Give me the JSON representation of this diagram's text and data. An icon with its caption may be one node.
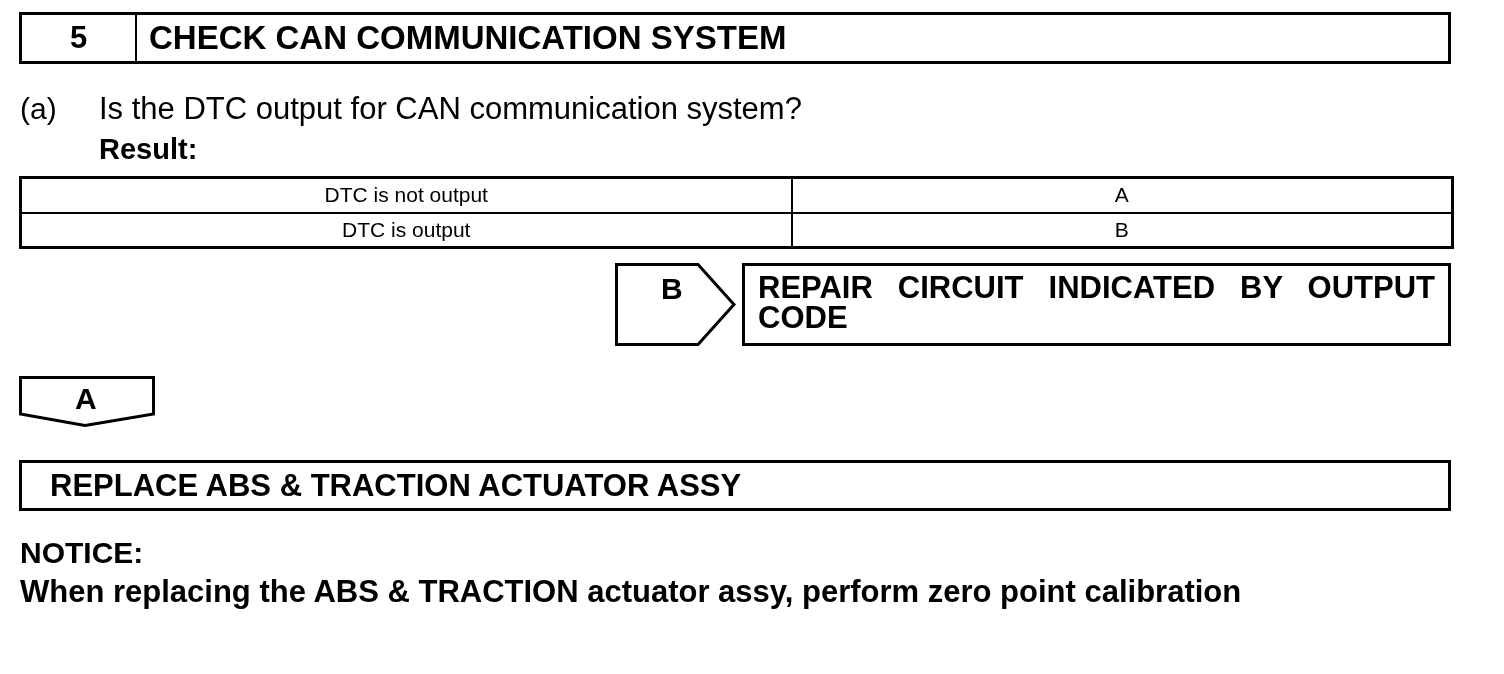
{
  "diagram": {
    "nodes": [
      {
        "text": [
          "5",
          "CHECK CAN COMMUNICATION SYSTEM"
        ]
      },
      {
        "text": [
          "B"
        ]
      },
      {
        "text": [
          "REPAIR CIRCUIT INDICATED BY OUTPUT CODE"
        ]
      },
      {
        "text": [
          "A"
        ]
      },
      {
        "text": [
          "REPLACE ABS & TRACTION ACTUATOR ASSY"
        ]
      }
    ],
    "labels": [
      "(a)",
      "Is the DTC output for CAN communication system?",
      "Result:",
      "DTC is not output",
      "A",
      "DTC is output",
      "B",
      "NOTICE:",
      "When replacing the ABS & TRACTION actuator assy, perform zero point calibration"
    ]
  }
}
